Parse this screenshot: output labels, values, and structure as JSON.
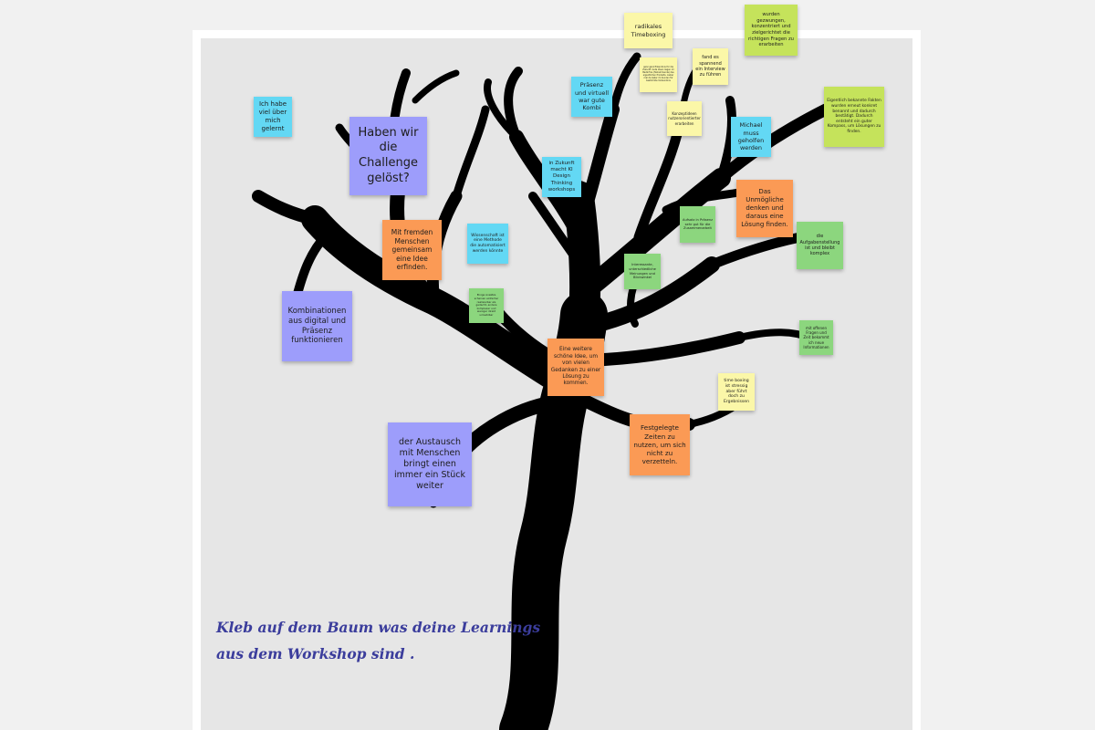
{
  "board": {
    "instruction_line1": "Kleb auf dem Baum was deine Learnings",
    "instruction_line2": "aus dem Workshop sind ."
  },
  "colors": {
    "purple": "#9d9dfb",
    "blue": "#63d8f4",
    "orange": "#fb9a55",
    "green": "#8cd67e",
    "lime": "#c5e35b",
    "yellow": "#fbf7a8",
    "tree": "#000000",
    "board": "#e6e6e6",
    "instruction_text": "#3b3d9c"
  },
  "notes": {
    "challenge": "Haben wir die Challenge gelöst?",
    "viel_gelernt": "Ich habe viel über mich gelernt",
    "fremde_menschen": "Mit fremden Menschen gemeinsam eine Idee erfinden.",
    "kombinationen": "Kombinationen aus digital und Präsenz funktionieren",
    "austausch": "der Austausch mit Menschen bringt einen immer ein Stück weiter",
    "wissenschaft": "Wissenschaft ist eine Methode die automatisiert werden könnte",
    "einige_ansaetze": "Einige Ansätze scheinen einfacher realisierbar als gedacht, andere komplexer und weniger direkt umsetzbar",
    "ki_design": "in Zukunft macht KI Design Thinking workshops",
    "praesenz_virtuell": "Präsenz und virtuell war gute Kombi",
    "radikales_timeboxing": "radikales Timeboxing",
    "kleine_note": "ganz ganz Erkenntnis für die Zukunft: Gute Ideen liegen im Bedürfnis (Teilnehmende) des eigentlichen Produkts. Lieber mal da lieber im Kunden für bestimmte Vorkenntnis",
    "interview": "fand es spannend ein Interview zu führen",
    "gezwungen": "wurden gezwungen, konzentriert und zielgerichtet die richtigen Fragen zu erarbeiten",
    "konzeptideen": "Konzeptideen nutzerorientierter erarbeiten",
    "michael": "Michael muss geholfen werden",
    "bekannte_fakten": "Eigentlich bekannte Fakten wurden erneut konkret benannt und dadurch bestätigt. Dadurch entsteht ein guter Kompass, um Lösungen zu finden.",
    "unmoegliche": "Das Unmögliche denken und daraus eine Lösung finden.",
    "aufgabenstellung": "die Aufgabenstellung ist und bleibt komplex",
    "aufsatz_praesenz": "Aufsatz in Präsenz sehr gut für die Zusammenarbeit",
    "interessante_meinungen": "Interessante, unterschiedliche Meinungen und Blickwinkel",
    "offenen_fragen": "mit offenen Fragen und Zeit bekommt ich neue Informationen",
    "schoene_idee": "Eine weitere schöne Idee, um von vielen Gedanken zu einer Lösung zu kommen.",
    "time_boxing": "time boxing ist stressig aber führt doch zu Ergebnissen",
    "festgelegte_zeiten": "Festgelegte Zeiten zu nutzen, um sich nicht zu verzetteln."
  }
}
